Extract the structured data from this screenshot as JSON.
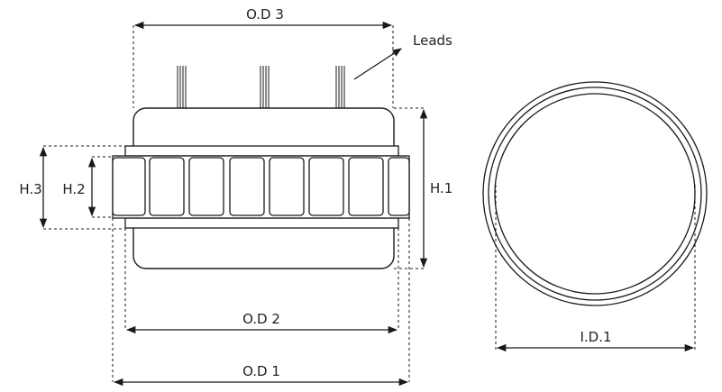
{
  "labels": {
    "od3": "O.D 3",
    "leads": "Leads",
    "h1": "H.1",
    "h2": "H.2",
    "h3": "H.3",
    "od2": "O.D 2",
    "od1": "O.D 1",
    "id1": "I.D.1"
  },
  "colors": {
    "line": "#1a1a1a",
    "text": "#222222",
    "background": "#ffffff"
  }
}
